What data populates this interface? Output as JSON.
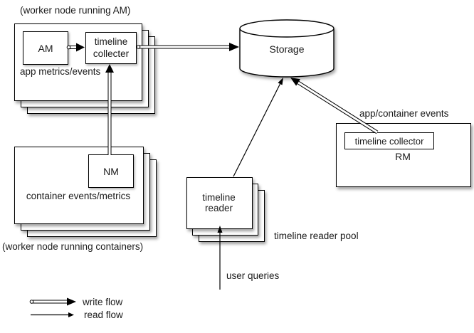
{
  "am_worker": {
    "caption": "(worker node running AM)",
    "am_box": "AM",
    "collector_box": "timeline collecter",
    "note": "app metrics/events"
  },
  "container_worker": {
    "nm_box": "NM",
    "note": "container events/metrics",
    "caption": "(worker node running containers)"
  },
  "storage": {
    "label": "Storage"
  },
  "rm": {
    "events_label": "app/container events",
    "collector_box": "timeline collector",
    "label": "RM"
  },
  "reader_pool": {
    "box_label": "timeline reader",
    "pool_label": "timeline reader pool",
    "queries_label": "user queries"
  },
  "legend": {
    "write": "write flow",
    "read": "read flow"
  },
  "colors": {
    "line": "#000000",
    "fill": "#ffffff",
    "text": "#1a1a1a"
  }
}
